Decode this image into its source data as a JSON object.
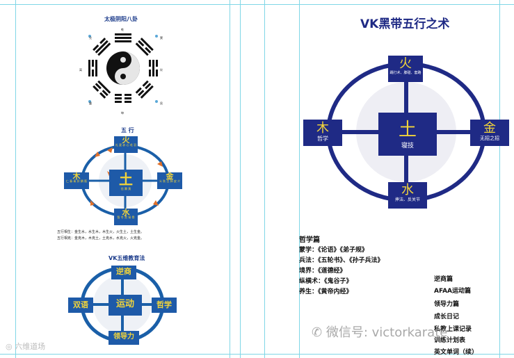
{
  "left_panel": {
    "bagua_title": "太极阴阳八卦",
    "trigrams": [
      "乾",
      "巽",
      "坎",
      "艮",
      "坤",
      "震",
      "离",
      "兑"
    ],
    "wuxing_title": "五 行",
    "wuxing": {
      "center": {
        "label": "土",
        "sub": "信 腾 黄"
      },
      "top": {
        "label": "火",
        "sub": "礼 夏 赤 心 毛 羽"
      },
      "left": {
        "label": "木",
        "sub": "仁 春 青 肝 鳞 筋"
      },
      "right": {
        "label": "金",
        "sub": "义 秋 白 肺 皮 介"
      },
      "bottom": {
        "label": "水",
        "sub": "智 冬 黑 肾 骨"
      }
    },
    "wuxing_notes": [
      "五行相生：金生水，水生木，木生火，火生土，土生金。",
      "五行相克：金克木，木克土，土克水，水克火，火克金。"
    ],
    "edu_title": "VK五维教育法",
    "edu": {
      "center": "运动",
      "top": "逆商",
      "left": "双语",
      "right": "哲学",
      "bottom": "领导力"
    },
    "watermark_small": "六维道场"
  },
  "right_panel": {
    "title": "VK黑带五行之术",
    "fire": {
      "label": "火",
      "sub": "踢打术、膝碰、套路"
    },
    "wood": {
      "label": "木",
      "sub": "哲学"
    },
    "earth": {
      "label": "土",
      "sub": "寝技"
    },
    "metal": {
      "label": "金",
      "sub": "无招之招"
    },
    "water": {
      "label": "水",
      "sub": "摔法、反关节"
    },
    "philosophy": {
      "heading": "哲学篇",
      "lines": [
        "蒙学：《论语》《弟子规》",
        "兵法：《五轮书》、《孙子兵法》",
        "境界：《道德经》",
        "纵横术：《鬼谷子》",
        "养生：《黄帝内经》"
      ]
    },
    "sections": [
      "逆商篇",
      "AFAA运动篇",
      "领导力篇",
      "成长日记",
      "私教上课记录",
      "训练计划表",
      "英文单词（续）"
    ],
    "watermark": "微信号: victorkarate"
  },
  "colors": {
    "box_blue": "#1e5aa8",
    "navy": "#1f2a85",
    "ring": "#1a5fa8",
    "yellow": "#f2d43a",
    "arrow": "#e0702a"
  }
}
